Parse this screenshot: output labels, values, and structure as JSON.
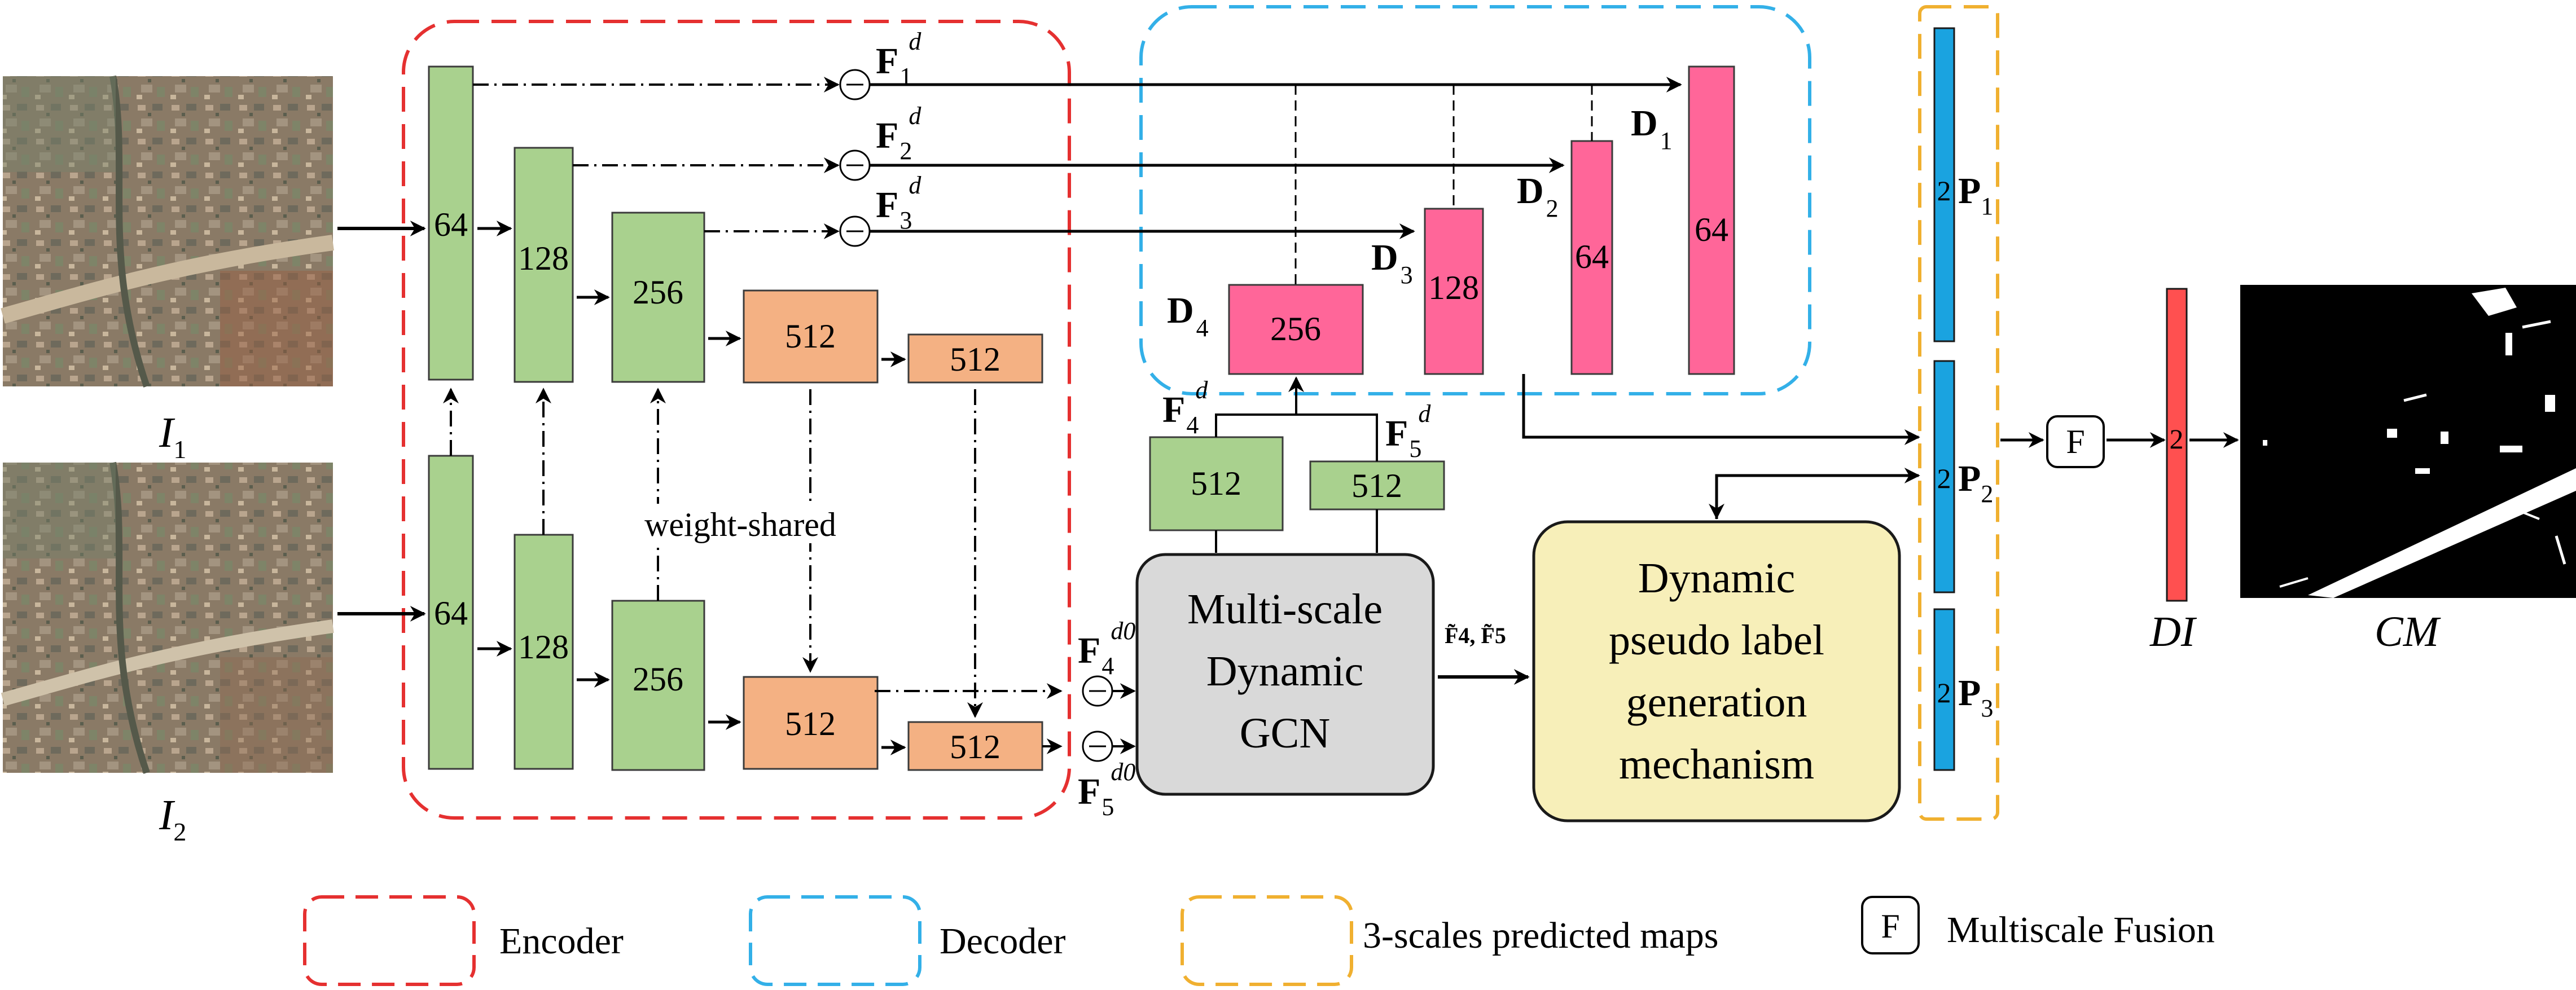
{
  "inputs": {
    "image1_label_main": "I",
    "image1_label_sub": "1",
    "image2_label_main": "I",
    "image2_label_sub": "2"
  },
  "encoder": {
    "top_blocks": [
      "64",
      "128",
      "256",
      "512",
      "512"
    ],
    "bottom_blocks": [
      "64",
      "128",
      "256",
      "512",
      "512"
    ],
    "weight_shared_label": "weight-shared"
  },
  "diff_features": {
    "f1": {
      "main": "F",
      "sub": "1",
      "sup": "d"
    },
    "f2": {
      "main": "F",
      "sub": "2",
      "sup": "d"
    },
    "f3": {
      "main": "F",
      "sub": "3",
      "sup": "d"
    },
    "f4d0": {
      "main": "F",
      "sub": "4",
      "sup": "d0"
    },
    "f5d0": {
      "main": "F",
      "sub": "5",
      "sup": "d0"
    },
    "f4d": {
      "main": "F",
      "sub": "4",
      "sup": "d"
    },
    "f5d": {
      "main": "F",
      "sub": "5",
      "sup": "d"
    }
  },
  "gcn": {
    "features": [
      "512",
      "512"
    ],
    "lines": [
      "Multi-scale",
      "Dynamic",
      "GCN"
    ],
    "output_label": "F̃4, F̃5"
  },
  "decoder": {
    "blocks": [
      {
        "main": "D",
        "sub": "4",
        "value": "256"
      },
      {
        "main": "D",
        "sub": "3",
        "value": "128"
      },
      {
        "main": "D",
        "sub": "2",
        "value": "64"
      },
      {
        "main": "D",
        "sub": "1",
        "value": "64"
      }
    ]
  },
  "pseudo_label": {
    "lines": [
      "Dynamic",
      "pseudo label",
      "generation",
      "mechanism"
    ]
  },
  "predictions": [
    {
      "channels": "2",
      "main": "P",
      "sub": "1"
    },
    {
      "channels": "2",
      "main": "P",
      "sub": "2"
    },
    {
      "channels": "2",
      "main": "P",
      "sub": "3"
    }
  ],
  "fusion": {
    "symbol": "F"
  },
  "di": {
    "channels": "2",
    "label": "DI"
  },
  "cm": {
    "label": "CM"
  },
  "legend": {
    "encoder": "Encoder",
    "decoder": "Decoder",
    "predicted_maps": "3-scales predicted maps",
    "fusion_symbol": "F",
    "fusion_label": "Multiscale Fusion"
  },
  "colors": {
    "encoder_green": "#a9d18e",
    "encoder_orange": "#f4b183",
    "decoder_pink": "#ff6699",
    "prediction_blue": "#1aa3e0",
    "di_red": "#ff5050",
    "gcn_gray": "#d9d9d9",
    "pseudo_yellow": "#f7efb9",
    "encoder_frame": "#e53030",
    "decoder_frame": "#33b0e8",
    "predicted_frame": "#f0b030"
  }
}
